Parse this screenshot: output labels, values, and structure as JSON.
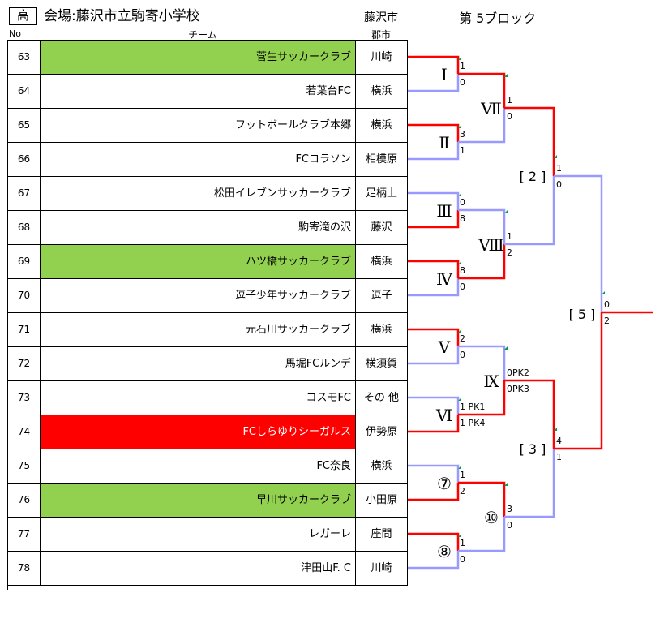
{
  "header": {
    "division": "高",
    "venue": "会場:藤沢市立駒寄小学校",
    "city": "藤沢市",
    "block": "第 5ブロック"
  },
  "columns": {
    "no": "No",
    "team": "チーム",
    "city": "郡市"
  },
  "colors": {
    "green": "#92d050",
    "red": "#ff0000",
    "winner_line": "#ff0000",
    "loser_line": "#9999ff"
  },
  "teams": [
    {
      "no": "63",
      "name": "菅生サッカークラブ",
      "city": "川崎",
      "highlight": "green"
    },
    {
      "no": "64",
      "name": "若葉台FC",
      "city": "横浜",
      "highlight": "none"
    },
    {
      "no": "65",
      "name": "フットボールクラブ本郷",
      "city": "横浜",
      "highlight": "none"
    },
    {
      "no": "66",
      "name": "FCコラソン",
      "city": "相模原",
      "highlight": "none"
    },
    {
      "no": "67",
      "name": "松田イレブンサッカークラブ",
      "city": "足柄上",
      "highlight": "none"
    },
    {
      "no": "68",
      "name": "駒寄滝の沢",
      "city": "藤沢",
      "highlight": "none"
    },
    {
      "no": "69",
      "name": "ハツ橋サッカークラブ",
      "city": "横浜",
      "highlight": "green"
    },
    {
      "no": "70",
      "name": "逗子少年サッカークラブ",
      "city": "逗子",
      "highlight": "none"
    },
    {
      "no": "71",
      "name": "元石川サッカークラブ",
      "city": "横浜",
      "highlight": "none"
    },
    {
      "no": "72",
      "name": "馬堀FCルンデ",
      "city": "横須賀",
      "highlight": "none"
    },
    {
      "no": "73",
      "name": "コスモFC",
      "city": "その 他",
      "highlight": "none"
    },
    {
      "no": "74",
      "name": "FCしらゆりシーガルス",
      "city": "伊勢原",
      "highlight": "red"
    },
    {
      "no": "75",
      "name": "FC奈良",
      "city": "横浜",
      "highlight": "none"
    },
    {
      "no": "76",
      "name": "早川サッカークラブ",
      "city": "小田原",
      "highlight": "green"
    },
    {
      "no": "77",
      "name": "レガーレ",
      "city": "座間",
      "highlight": "none"
    },
    {
      "no": "78",
      "name": "津田山F. C",
      "city": "川崎",
      "highlight": "none"
    }
  ],
  "matches": {
    "r1": [
      {
        "label": "Ⅰ",
        "top": "1",
        "bottom": "0"
      },
      {
        "label": "Ⅱ",
        "top": "3",
        "bottom": "1"
      },
      {
        "label": "Ⅲ",
        "top": "0",
        "bottom": "8"
      },
      {
        "label": "Ⅳ",
        "top": "8",
        "bottom": "0"
      },
      {
        "label": "Ⅴ",
        "top": "2",
        "bottom": "0"
      },
      {
        "label": "Ⅵ",
        "top": "1 PK1",
        "bottom": "1 PK4"
      },
      {
        "label": "⑦",
        "top": "1",
        "bottom": "2"
      },
      {
        "label": "⑧",
        "top": "1",
        "bottom": "0"
      }
    ],
    "r2": [
      {
        "label": "Ⅶ",
        "top": "1",
        "bottom": "0"
      },
      {
        "label": "Ⅷ",
        "top": "1",
        "bottom": "2"
      },
      {
        "label": "Ⅸ",
        "top": "0PK2",
        "bottom": "0PK3"
      },
      {
        "label": "⑩",
        "top": "3",
        "bottom": "0"
      }
    ],
    "r3": [
      {
        "label": "[ 2 ]",
        "top": "1",
        "bottom": "0"
      },
      {
        "label": "[ 3 ]",
        "top": "4",
        "bottom": "1"
      }
    ],
    "final": {
      "label": "[ 5 ]",
      "top": "0",
      "bottom": "2"
    }
  }
}
